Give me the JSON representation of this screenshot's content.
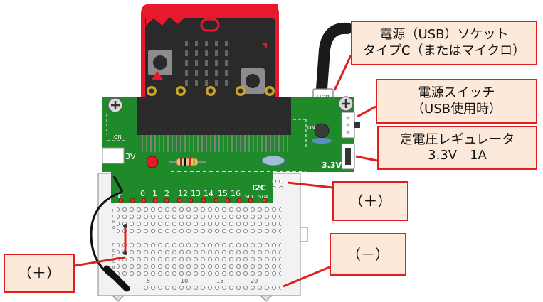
{
  "callouts": {
    "usb": {
      "line1": "電源（USB）ソケット",
      "line2": "タイプC（またはマイクロ）"
    },
    "switch": {
      "line1": "電源スイッチ",
      "line2": "（USB使用時）"
    },
    "regulator": {
      "line1": "定電圧レギュレータ",
      "line2": "3.3V　1A"
    },
    "plus_right": "（＋）",
    "minus_right": "（－）",
    "plus_left": "（＋）"
  },
  "board": {
    "usb_label": "USB",
    "usb_type": "C",
    "on_label": "ON",
    "on_label_left": "ON",
    "v33_label": "3V",
    "v33_right": "3.3V",
    "pins": [
      "0",
      "1",
      "2",
      "12",
      "13",
      "14",
      "15",
      "16"
    ],
    "i2c_label": "I2C",
    "scl_label": "SCL",
    "sda_label": "SDA",
    "plus_sign": "+",
    "row_labels": [
      "J",
      "I",
      "H",
      "G",
      "F",
      "E",
      "D",
      "C",
      "B",
      "A"
    ],
    "col_numbers": [
      "5",
      "10",
      "15",
      "20"
    ]
  },
  "colors": {
    "pcb": "#1f8a2a",
    "microbit": "#e8192c",
    "callout_fill": "#fde9d9",
    "callout_border": "#e02020",
    "breadboard": "#f2f2f2"
  }
}
